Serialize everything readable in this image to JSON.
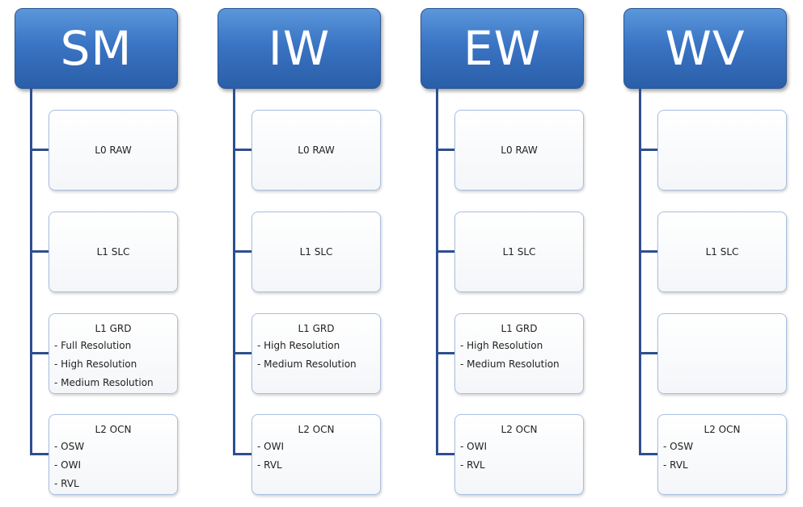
{
  "columns": [
    {
      "header": "SM",
      "boxes": [
        {
          "title": "L0 RAW",
          "items": []
        },
        {
          "title": "L1 SLC",
          "items": []
        },
        {
          "title": "L1 GRD",
          "items": [
            "- Full Resolution",
            "- High Resolution",
            "- Medium Resolution"
          ]
        },
        {
          "title": "L2 OCN",
          "items": [
            "- OSW",
            "- OWI",
            "- RVL"
          ]
        }
      ]
    },
    {
      "header": "IW",
      "boxes": [
        {
          "title": "L0 RAW",
          "items": []
        },
        {
          "title": "L1 SLC",
          "items": []
        },
        {
          "title": "L1 GRD",
          "items": [
            "- High Resolution",
            "- Medium Resolution"
          ]
        },
        {
          "title": "L2 OCN",
          "items": [
            "- OWI",
            "- RVL"
          ]
        }
      ]
    },
    {
      "header": "EW",
      "boxes": [
        {
          "title": "L0 RAW",
          "items": []
        },
        {
          "title": "L1 SLC",
          "items": []
        },
        {
          "title": "L1 GRD",
          "items": [
            "- High Resolution",
            "- Medium Resolution"
          ]
        },
        {
          "title": "L2 OCN",
          "items": [
            "- OWI",
            "- RVL"
          ]
        }
      ]
    },
    {
      "header": "WV",
      "boxes": [
        {
          "title": "",
          "items": []
        },
        {
          "title": "L1 SLC",
          "items": []
        },
        {
          "title": "",
          "items": []
        },
        {
          "title": "L2 OCN",
          "items": [
            "- OSW",
            "- RVL"
          ]
        }
      ]
    }
  ]
}
